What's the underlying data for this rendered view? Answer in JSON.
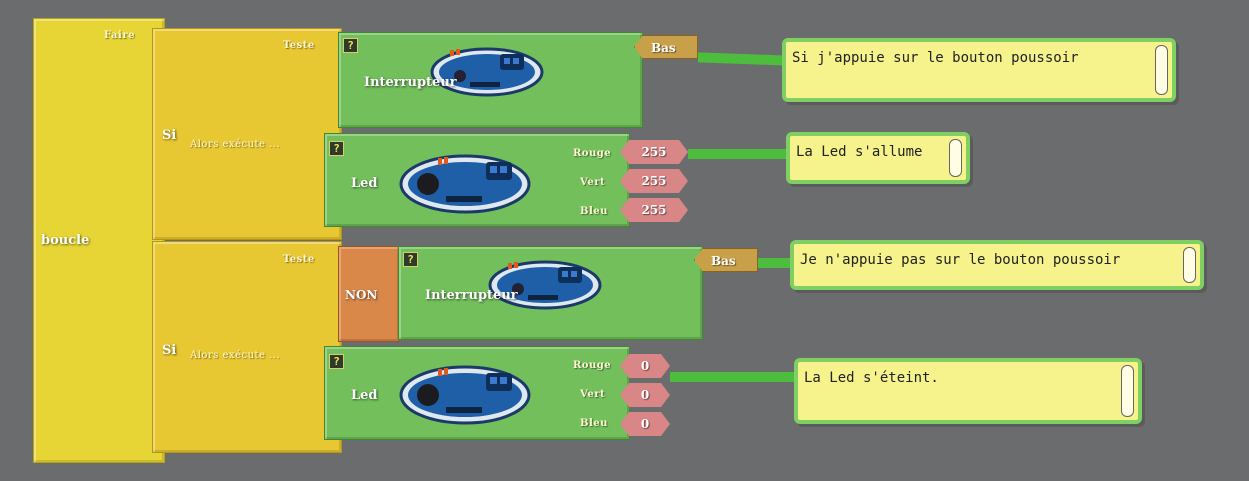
{
  "loop": {
    "label": "boucle",
    "faire_label": "Faire"
  },
  "if_blocks": [
    {
      "si_label": "Si",
      "test_label": "Teste",
      "then_label": "Alors exécute ...",
      "condition": {
        "negated": false,
        "not_label": "",
        "sensor_label": "Interrupteur",
        "state": "Bas"
      },
      "action": {
        "label": "Led",
        "channels": [
          {
            "name": "Rouge",
            "value": "255"
          },
          {
            "name": "Vert",
            "value": "255"
          },
          {
            "name": "Bleu",
            "value": "255"
          }
        ]
      }
    },
    {
      "si_label": "Si",
      "test_label": "Teste",
      "then_label": "Alors exécute ...",
      "condition": {
        "negated": true,
        "not_label": "NON",
        "sensor_label": "Interrupteur",
        "state": "Bas"
      },
      "action": {
        "label": "Led",
        "channels": [
          {
            "name": "Rouge",
            "value": "0"
          },
          {
            "name": "Vert",
            "value": "0"
          },
          {
            "name": "Bleu",
            "value": "0"
          }
        ]
      }
    }
  ],
  "comments": [
    "Si j'appuie sur le bouton poussoir",
    "La Led s'allume",
    "Je n'appuie pas sur le bouton poussoir",
    "La Led s'éteint."
  ],
  "help_icon": "?",
  "colors": {
    "background": "#6b6c6e",
    "loop_yellow": "#e6d534",
    "if_yellow": "#e8c832",
    "block_green": "#72bf5c",
    "not_orange": "#d9884a",
    "state_tan": "#c9a04a",
    "value_pink": "#d98686",
    "comment_fill": "#f6f28c",
    "comment_border": "#80cf62"
  }
}
